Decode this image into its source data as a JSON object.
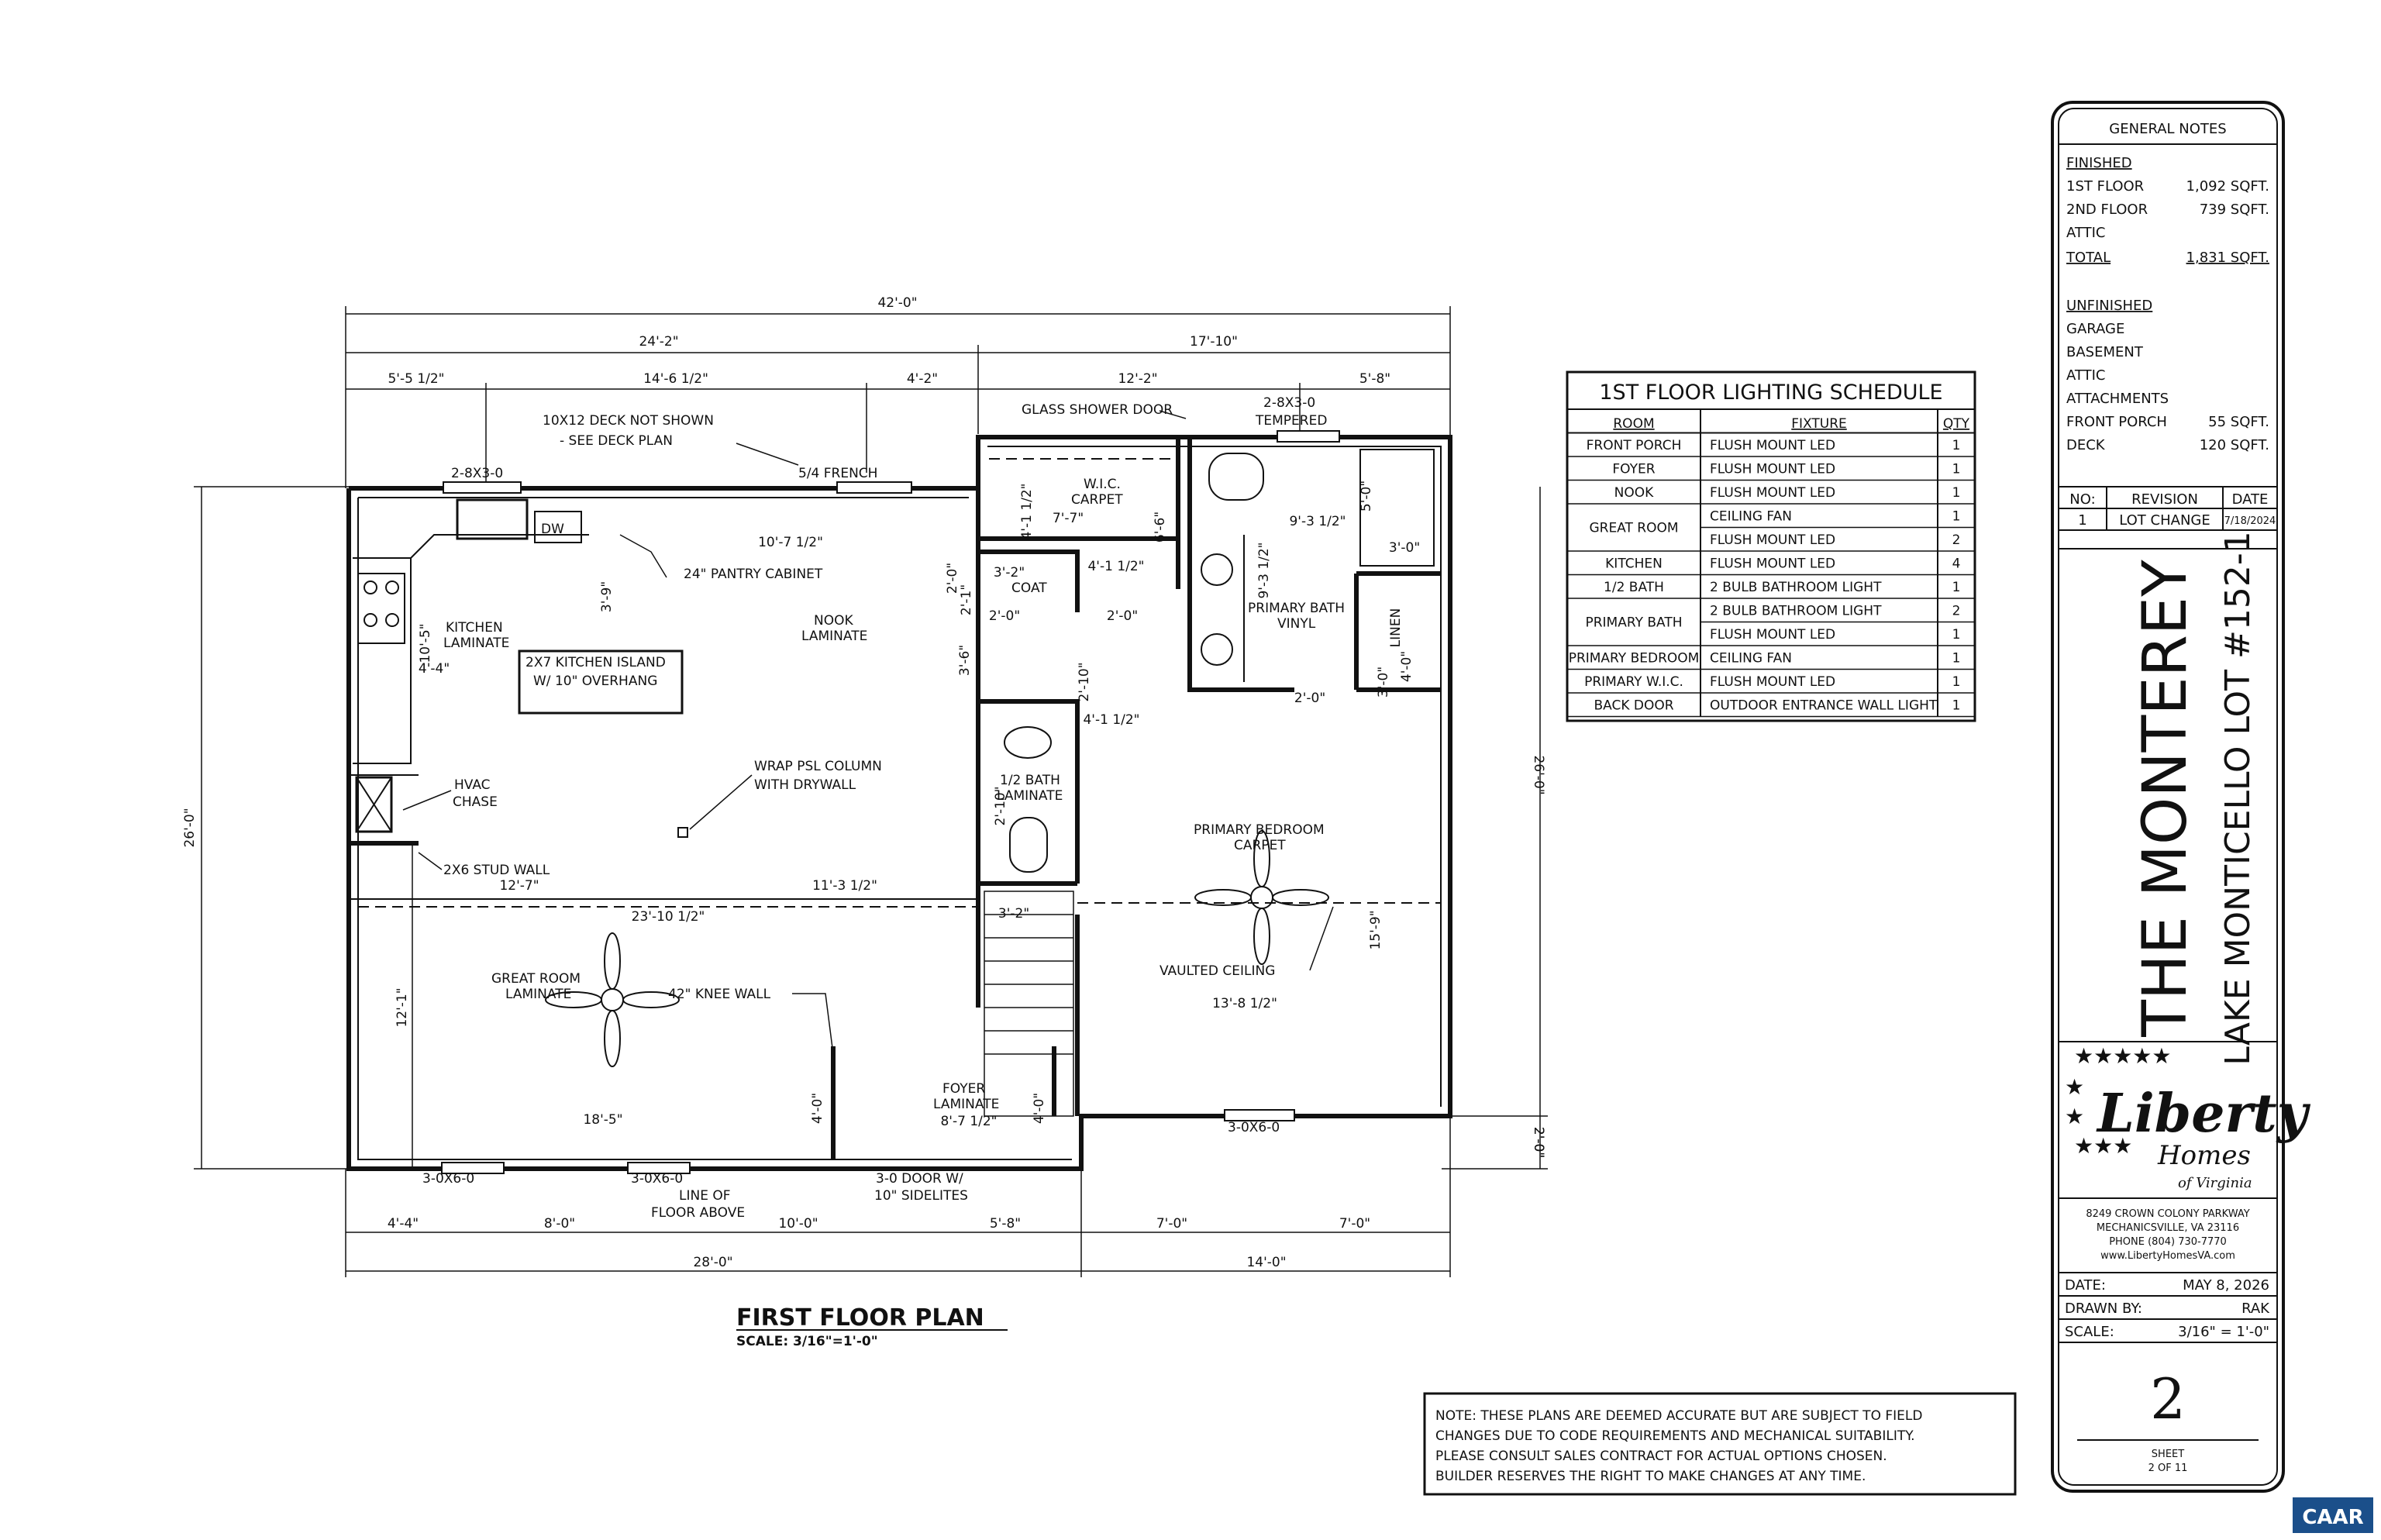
{
  "plan": {
    "title": "FIRST FLOOR PLAN",
    "scale": "SCALE: 3/16\"=1'-0\""
  },
  "dimensions": {
    "top_overall": "42'-0\"",
    "top_left": "24'-2\"",
    "top_right": "17'-10\"",
    "top_seg1": "5'-5 1/2\"",
    "top_seg2": "14'-6 1/2\"",
    "top_seg3": "4'-2\"",
    "top_seg4": "12'-2\"",
    "top_seg5": "5'-8\"",
    "left_overall": "26'-0\"",
    "left_lower": "12'-1\"",
    "right_overall": "26'-0\"",
    "right_lower": "2'-0\"",
    "bottom_seg1": "4'-4\"",
    "bottom_seg2": "8'-0\"",
    "bottom_seg3": "10'-0\"",
    "bottom_seg4": "5'-8\"",
    "bottom_seg5": "7'-0\"",
    "bottom_seg6": "7'-0\"",
    "bottom_left": "28'-0\"",
    "bottom_right": "14'-0\"",
    "interior": [
      "10'-7 1/2\"",
      "3'-9\"",
      "10'-5\"",
      "4'-4\"",
      "12'-7\"",
      "11'-3 1/2\"",
      "23'-10 1/2\"",
      "3'-2\"",
      "13'-8 1/2\"",
      "18'-5\"",
      "4'-0\"",
      "8'-7 1/2\"",
      "4'-0\"",
      "4'-1 1/2\"",
      "7'-7\"",
      "6'-6\"",
      "4'-1 1/2\"",
      "9'-3 1/2\"",
      "9'-3 1/2\"",
      "5'-0\"",
      "3'-0\"",
      "4'-0\"",
      "3'-0\"",
      "2'-0\"",
      "2'-0\"",
      "2'-10\"",
      "2'-0\"",
      "2'-10\"",
      "3'-6\"",
      "4'-1 1/2\"",
      "2'-0\"",
      "2'-1\"",
      "3'-2\"",
      "15'-9\"",
      "2'-0\""
    ]
  },
  "labels": {
    "deck_note_1": "10X12 DECK NOT SHOWN",
    "deck_note_2": "- SEE DECK PLAN",
    "french": "5/4 FRENCH",
    "door_2_8x3_0": "2-8X3-0",
    "dw": "DW",
    "pantry": "24\" PANTRY CABINET",
    "kitchen": "KITCHEN",
    "kitchen_floor": "LAMINATE",
    "island_1": "2X7 KITCHEN ISLAND",
    "island_2": "W/ 10\" OVERHANG",
    "nook": "NOOK",
    "nook_floor": "LAMINATE",
    "hvac_1": "HVAC",
    "hvac_2": "CHASE",
    "stud": "2X6 STUD WALL",
    "psl_1": "WRAP PSL COLUMN",
    "psl_2": "WITH DRYWALL",
    "great": "GREAT ROOM",
    "great_floor": "LAMINATE",
    "knee": "42\" KNEE WALL",
    "foyer": "FOYER",
    "foyer_floor": "LAMINATE",
    "coat": "COAT",
    "wic": "W.I.C.",
    "wic_floor": "CARPET",
    "glass_door": "GLASS SHOWER DOOR",
    "tempered_1": "2-8X3-0",
    "tempered_2": "TEMPERED",
    "primary_bath": "PRIMARY BATH",
    "primary_bath_floor": "VINYL",
    "linen": "LINEN",
    "half_bath": "1/2 BATH",
    "half_bath_floor": "LAMINATE",
    "primary_bed": "PRIMARY BEDROOM",
    "primary_bed_floor": "CARPET",
    "vaulted": "VAULTED CEILING",
    "win_left": "3-0X6-0",
    "win_mid": "3-0X6-0",
    "win_right": "3-0X6-0",
    "line_floor_1": "LINE OF",
    "line_floor_2": "FLOOR ABOVE",
    "door_side_1": "3-0 DOOR W/",
    "door_side_2": "10\" SIDELITES"
  },
  "lighting_schedule": {
    "title": "1ST FLOOR LIGHTING SCHEDULE",
    "headers": [
      "ROOM",
      "FIXTURE",
      "QTY"
    ],
    "rows": [
      {
        "room": "FRONT PORCH",
        "fixture": "FLUSH MOUNT LED",
        "qty": "1"
      },
      {
        "room": "FOYER",
        "fixture": "FLUSH MOUNT LED",
        "qty": "1"
      },
      {
        "room": "NOOK",
        "fixture": "FLUSH MOUNT LED",
        "qty": "1"
      },
      {
        "room": "GREAT ROOM",
        "fixture": "CEILING FAN",
        "qty": "1"
      },
      {
        "room": "",
        "fixture": "FLUSH MOUNT LED",
        "qty": "2"
      },
      {
        "room": "KITCHEN",
        "fixture": "FLUSH MOUNT LED",
        "qty": "4"
      },
      {
        "room": "1/2 BATH",
        "fixture": "2 BULB BATHROOM LIGHT",
        "qty": "1"
      },
      {
        "room": "PRIMARY BATH",
        "fixture": "2 BULB BATHROOM LIGHT",
        "qty": "2"
      },
      {
        "room": "",
        "fixture": "FLUSH MOUNT LED",
        "qty": "1"
      },
      {
        "room": "PRIMARY BEDROOM",
        "fixture": "CEILING FAN",
        "qty": "1"
      },
      {
        "room": "PRIMARY W.I.C.",
        "fixture": "FLUSH MOUNT LED",
        "qty": "1"
      },
      {
        "room": "BACK DOOR",
        "fixture": "OUTDOOR ENTRANCE WALL LIGHT",
        "qty": "1"
      }
    ]
  },
  "note": [
    "NOTE: THESE PLANS ARE DEEMED ACCURATE BUT ARE SUBJECT TO FIELD",
    "CHANGES DUE TO CODE REQUIREMENTS AND MECHANICAL SUITABILITY.",
    "PLEASE CONSULT SALES CONTRACT FOR ACTUAL OPTIONS CHOSEN.",
    "BUILDER RESERVES THE RIGHT TO MAKE CHANGES AT ANY TIME."
  ],
  "title_block": {
    "general_notes": "GENERAL NOTES",
    "finished": "FINISHED",
    "first_floor": "1ST FLOOR",
    "first_floor_val": "1,092 SQFT.",
    "second_floor": "2ND FLOOR",
    "second_floor_val": "739 SQFT.",
    "attic": "ATTIC",
    "total": "TOTAL",
    "total_val": "1,831 SQFT.",
    "unfinished": "UNFINISHED",
    "garage": "GARAGE",
    "basement": "BASEMENT",
    "attic2": "ATTIC",
    "attachments": "ATTACHMENTS",
    "front_porch": "FRONT PORCH",
    "front_porch_val": "55 SQFT.",
    "deck": "DECK",
    "deck_val": "120 SQFT.",
    "rev_headers": [
      "NO:",
      "REVISION",
      "DATE"
    ],
    "rev_row": [
      "1",
      "LOT CHANGE",
      "7/18/2024"
    ],
    "project_title": "THE MONTEREY",
    "project_subtitle": "LAKE MONTICELLO LOT #152-1",
    "logo_name": "Liberty",
    "logo_homes": "Homes",
    "logo_of": "of Virginia",
    "addr1": "8249 CROWN COLONY PARKWAY",
    "addr2": "MECHANICSVILLE, VA 23116",
    "addr3": "PHONE (804) 730-7770",
    "addr4": "www.LibertyHomesVA.com",
    "date_label": "DATE:",
    "date_val": "MAY 8, 2026",
    "drawn_label": "DRAWN BY:",
    "drawn_val": "RAK",
    "scale_label": "SCALE:",
    "scale_val": "3/16\" = 1'-0\"",
    "sheet_num": "2",
    "sheet_label": "SHEET",
    "sheet_of": "2 OF 11"
  },
  "badge": "CAAR"
}
